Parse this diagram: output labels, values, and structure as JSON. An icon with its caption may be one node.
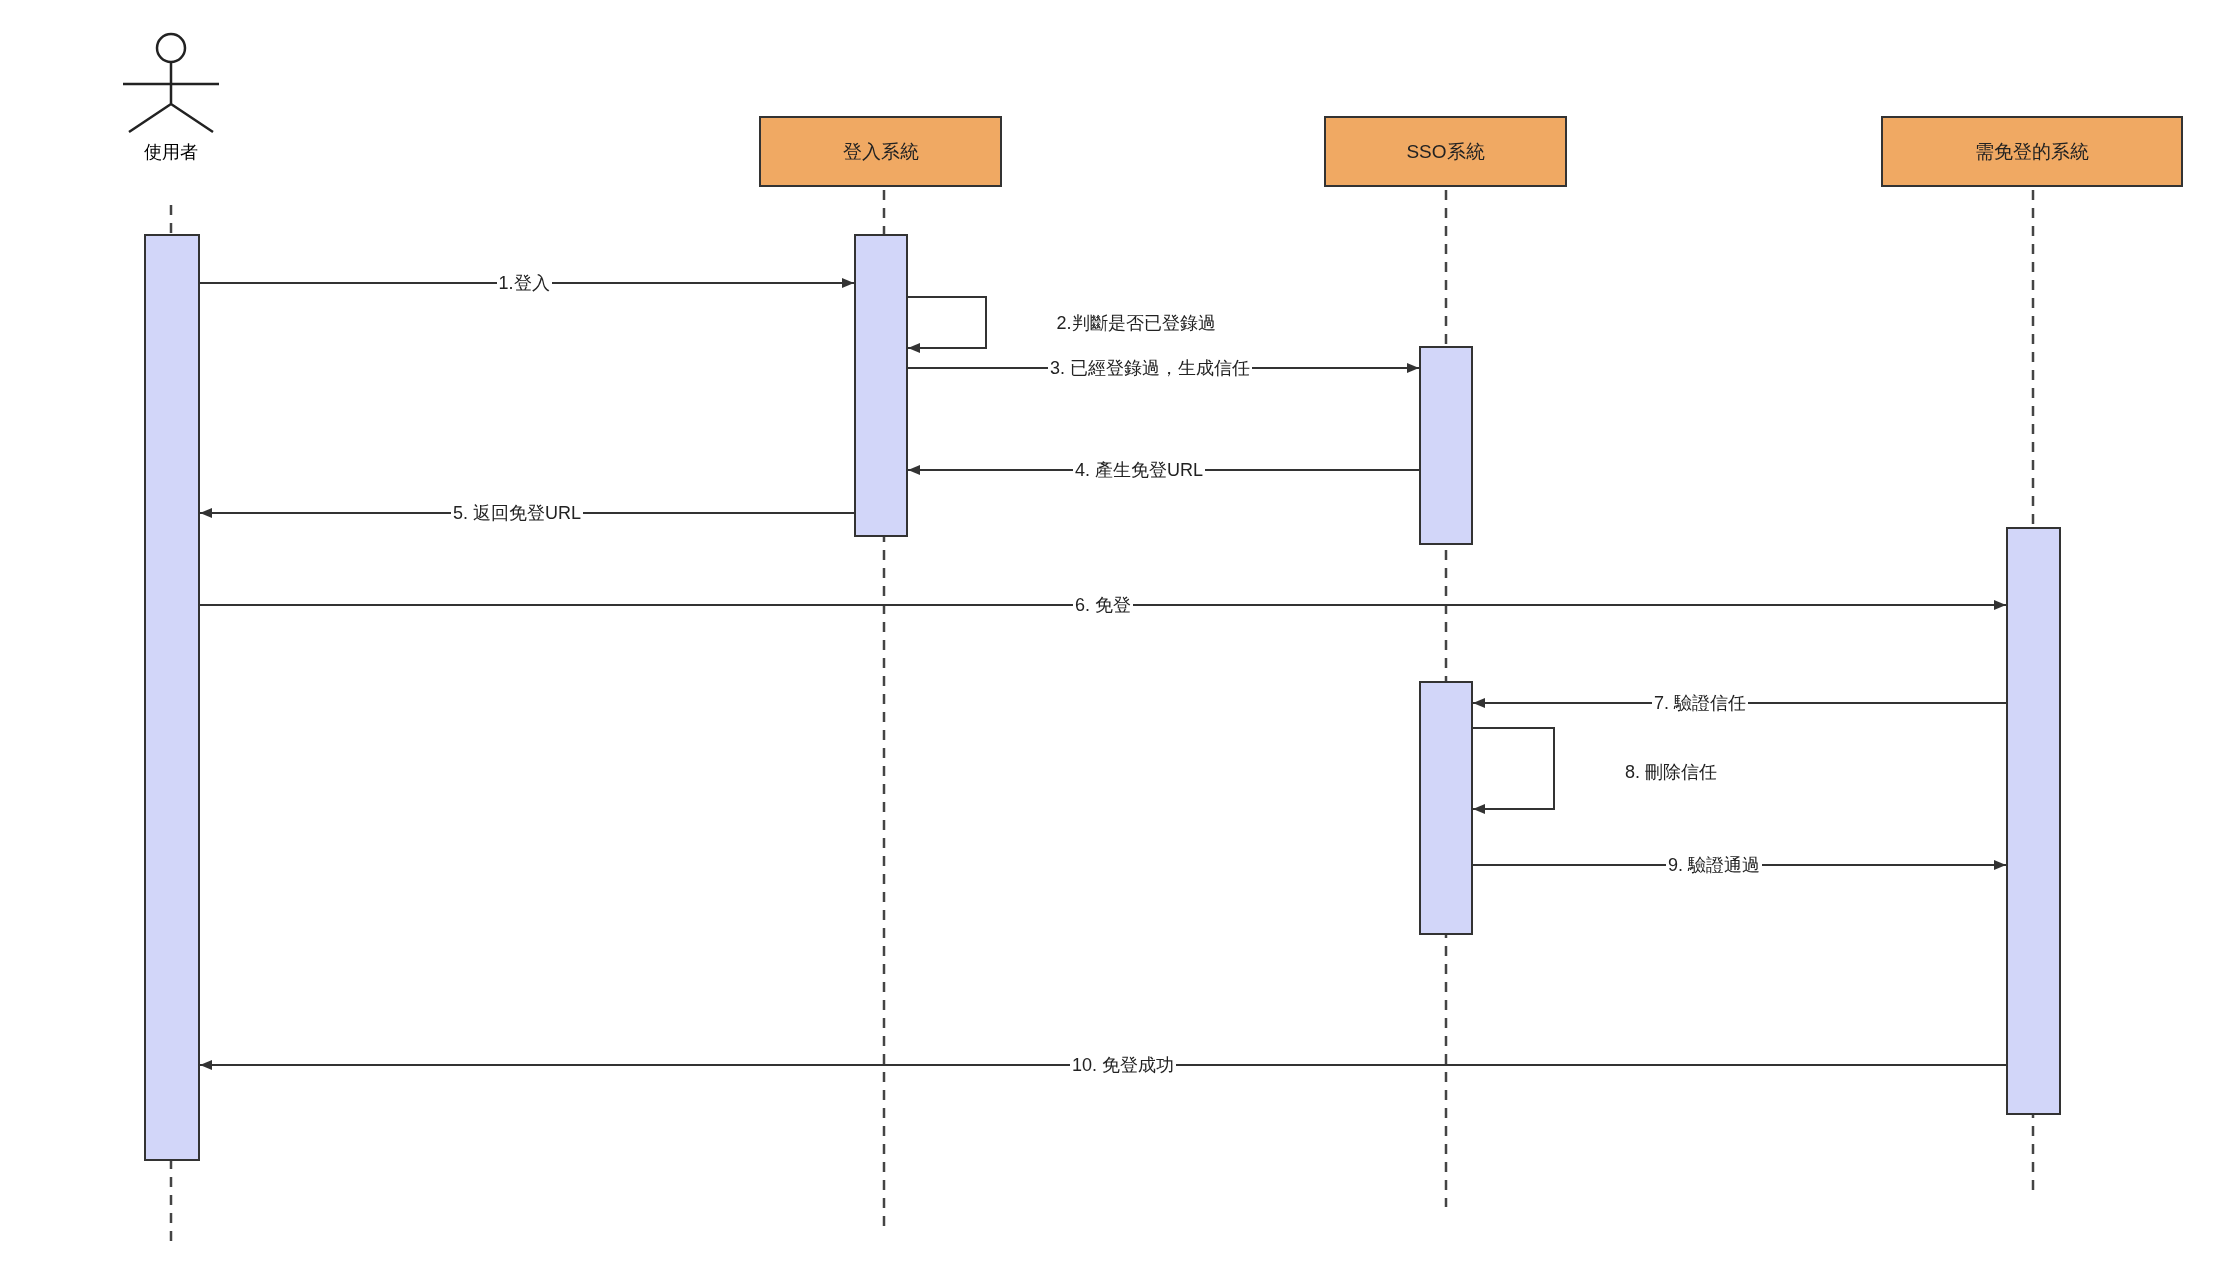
{
  "diagram": {
    "nodes": [
      {
        "text": [
          "使用者"
        ]
      },
      {
        "text": [
          "登入系統"
        ]
      },
      {
        "text": [
          "SSO系統"
        ]
      },
      {
        "text": [
          "需免登的系統"
        ]
      },
      {
        "text": [],
        "shape": "bar"
      },
      {
        "text": [],
        "shape": "bar"
      },
      {
        "text": [],
        "shape": "bar"
      },
      {
        "text": [],
        "shape": "bar"
      },
      {
        "text": [],
        "shape": "bar"
      }
    ],
    "edges": [
      {
        "from": 4,
        "to": 5,
        "arrow": "to",
        "label": "1.登入"
      },
      {
        "from": 5,
        "to": 5,
        "arrow": "to",
        "label": "2.判斷是否已登錄過"
      },
      {
        "from": 5,
        "to": 6,
        "arrow": "to",
        "label": "3. 已經登錄過，生成信任"
      },
      {
        "from": 6,
        "to": 5,
        "arrow": "to",
        "label": "4. 產生免登URL"
      },
      {
        "from": 5,
        "to": 4,
        "arrow": "to",
        "label": "5. 返回免登URL"
      },
      {
        "from": 4,
        "to": 8,
        "arrow": "to",
        "label": "6. 免登"
      },
      {
        "from": 8,
        "to": 7,
        "arrow": "to",
        "label": "7. 驗證信任"
      },
      {
        "from": 7,
        "to": 7,
        "arrow": "to",
        "label": "8. 刪除信任"
      },
      {
        "from": 7,
        "to": 8,
        "arrow": "to",
        "label": "9. 驗證通過"
      },
      {
        "from": 8,
        "to": 4,
        "arrow": "to",
        "label": "10. 免登成功"
      }
    ]
  }
}
